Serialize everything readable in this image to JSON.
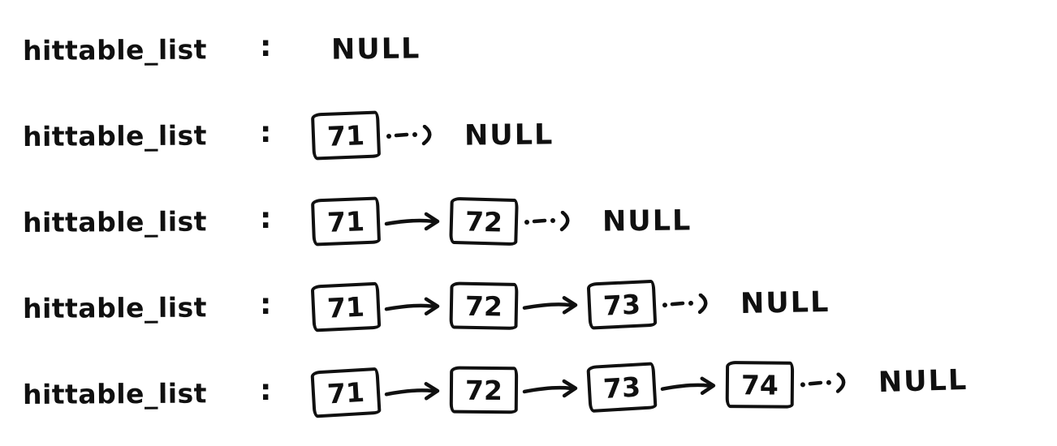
{
  "background_color": "#ffffff",
  "ink_color": "#101010",
  "icons": {
    "solid_arrow": "solid-right-arrow-icon",
    "dotted_arrow": "dotted-right-arrow-icon"
  },
  "rows": [
    {
      "label": "hittable_list",
      "separator": ":",
      "nodes": [],
      "terminal": "NULL"
    },
    {
      "label": "hittable_list",
      "separator": ":",
      "nodes": [
        "71"
      ],
      "terminal": "NULL"
    },
    {
      "label": "hittable_list",
      "separator": ":",
      "nodes": [
        "71",
        "72"
      ],
      "terminal": "NULL"
    },
    {
      "label": "hittable_list",
      "separator": ":",
      "nodes": [
        "71",
        "72",
        "73"
      ],
      "terminal": "NULL"
    },
    {
      "label": "hittable_list",
      "separator": ":",
      "nodes": [
        "71",
        "72",
        "73",
        "74"
      ],
      "terminal": "NULL"
    }
  ]
}
